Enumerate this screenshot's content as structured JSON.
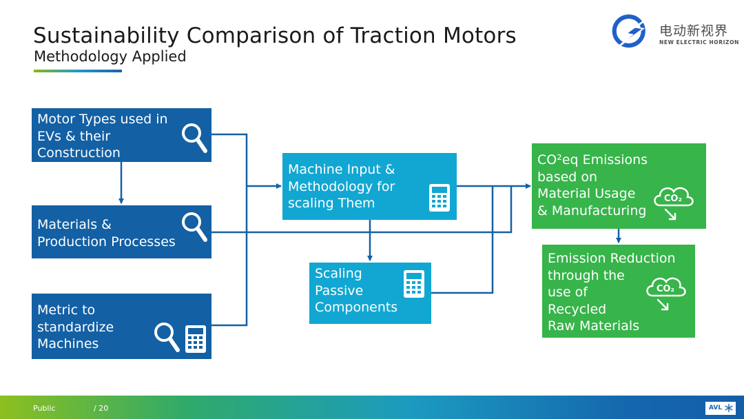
{
  "header": {
    "title": "Sustainability Comparison of Traction Motors",
    "subtitle": "Methodology Applied"
  },
  "logo": {
    "cn_text": "电动新视界",
    "en_text": "NEW ELECTRIC HORIZON",
    "color": "#2060c8"
  },
  "diagram": {
    "nodes": {
      "motor_types": {
        "label": "Motor Types used in\nEVs & their\nConstruction",
        "icons": [
          "magnifier-icon"
        ]
      },
      "materials": {
        "label": "Materials &\nProduction Processes",
        "icons": [
          "magnifier-icon"
        ]
      },
      "metric": {
        "label": "Metric to\nstandardize\nMachines",
        "icons": [
          "magnifier-icon",
          "calculator-icon"
        ]
      },
      "machine_input": {
        "label": "Machine Input &\nMethodology for\nscaling Them",
        "icons": [
          "calculator-icon"
        ]
      },
      "scaling_passive": {
        "label": "Scaling\nPassive\nComponents",
        "icons": [
          "calculator-icon"
        ]
      },
      "co2_emissions": {
        "label": "CO²eq Emissions\nbased on\nMaterial Usage\n& Manufacturing",
        "icons": [
          "co2-cloud-icon"
        ]
      },
      "emission_reduction": {
        "label": "Emission Reduction\nthrough the\nuse of\nRecycled\nRaw Materials",
        "icons": [
          "co2-cloud-icon"
        ]
      }
    },
    "co2_icon_text": "CO₂",
    "colors": {
      "dark_blue": "#1360a4",
      "light_blue": "#11a7d2",
      "green": "#37b44a",
      "connector": "#1360a4"
    }
  },
  "footer": {
    "classification": "Public",
    "page": "/ 20",
    "brand": "AVL"
  }
}
